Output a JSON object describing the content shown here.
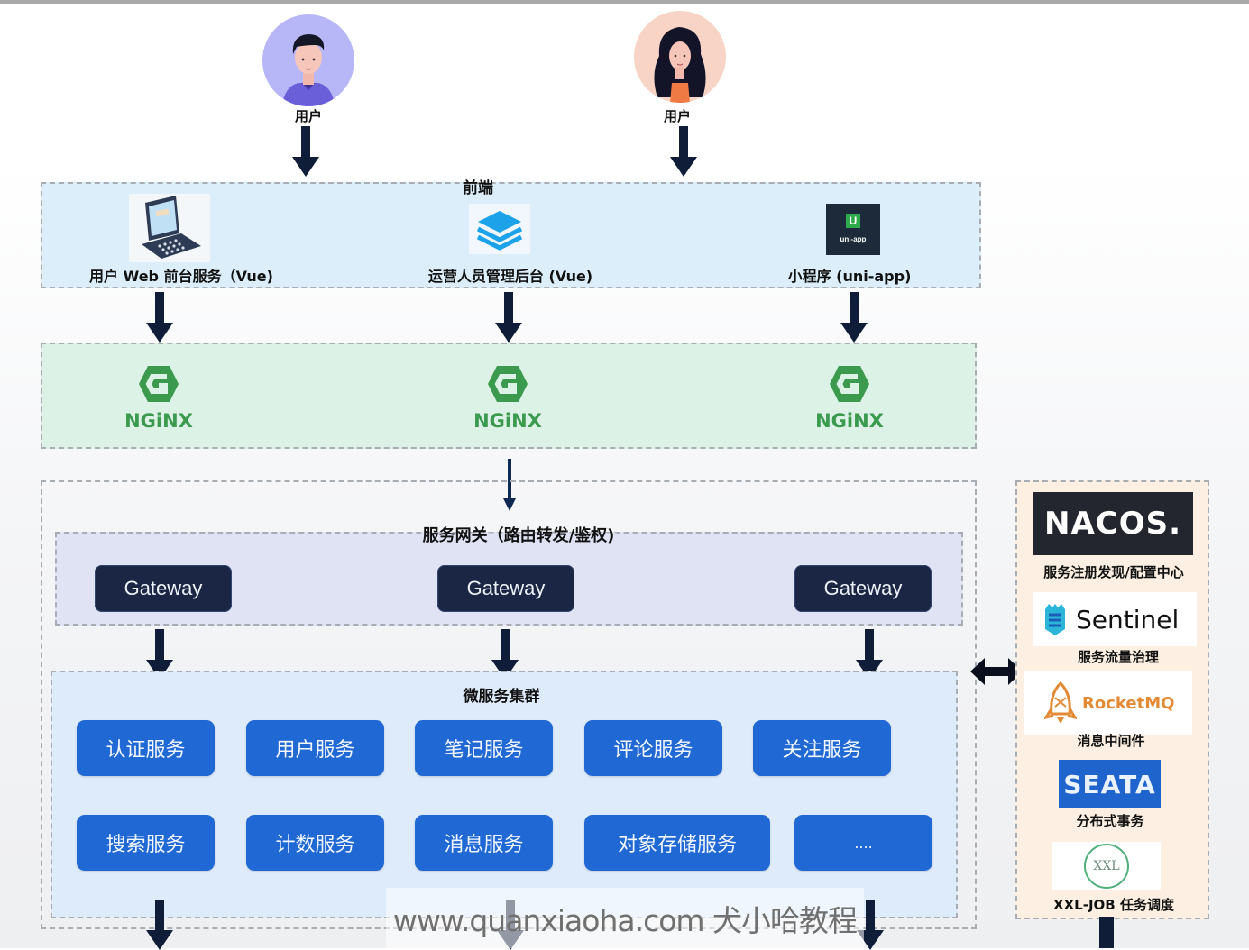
{
  "users": [
    {
      "label": "用户",
      "avatar": "male-user-avatar",
      "bg": "#b7b6f6"
    },
    {
      "label": "用户",
      "avatar": "female-user-avatar",
      "bg": "#f8d4c6"
    }
  ],
  "frontend": {
    "title": "前端",
    "bg": "#dbeefa",
    "items": [
      {
        "label": "用户 Web 前台服务（Vue)",
        "icon": "laptop-icon"
      },
      {
        "label": "运营人员管理后台 (Vue)",
        "icon": "layers-stack-icon"
      },
      {
        "label": "小程序 (uni-app)",
        "icon": "uni-app-logo",
        "logo_text": "uni-app",
        "logo_letter": "U"
      }
    ]
  },
  "nginx_layer": {
    "bg": "#dcf2e6",
    "accent": "#3c9a4f",
    "items": [
      {
        "label": "NGiNX"
      },
      {
        "label": "NGiNX"
      },
      {
        "label": "NGiNX"
      }
    ]
  },
  "gateway_layer": {
    "title": "服务网关（路由转发/鉴权)",
    "bg": "#dfe3f3",
    "button_color": "#1b2645",
    "items": [
      {
        "label": "Gateway"
      },
      {
        "label": "Gateway"
      },
      {
        "label": "Gateway"
      }
    ]
  },
  "microservices": {
    "title": "微服务集群",
    "bg": "#deebfb",
    "button_color": "#2068d3",
    "row1": [
      "认证服务",
      "用户服务",
      "笔记服务",
      "评论服务",
      "关注服务"
    ],
    "row2": [
      "搜索服务",
      "计数服务",
      "消息服务",
      "对象存储服务",
      "...."
    ]
  },
  "middleware": {
    "bg": "#fdf0e2",
    "items": [
      {
        "logo": "NACOS.",
        "caption": "服务注册发现/配置中心",
        "icon": "nacos-logo"
      },
      {
        "logo": "Sentinel",
        "caption": "服务流量治理",
        "icon": "sentinel-logo"
      },
      {
        "logo": "RocketMQ",
        "caption": "消息中间件",
        "icon": "rocketmq-logo"
      },
      {
        "logo": "SEATA",
        "caption": "分布式事务",
        "icon": "seata-logo"
      },
      {
        "logo": "XXL",
        "caption": "XXL-JOB 任务调度",
        "icon": "xxl-job-logo"
      }
    ]
  },
  "watermark": "www.quanxiaoha.com 犬小哈教程"
}
